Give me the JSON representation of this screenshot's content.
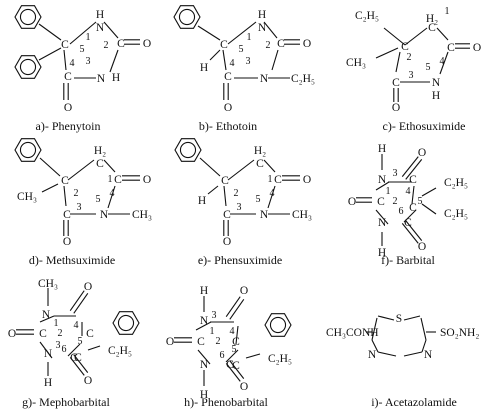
{
  "molecules": [
    {
      "key": "phenytoin",
      "caption": "a)- Phenytoin",
      "atoms": [
        "H",
        "N",
        "C",
        "O",
        "C",
        "N",
        "H",
        "C",
        "O"
      ],
      "nums": [
        "1",
        "2",
        "3",
        "4",
        "5"
      ]
    },
    {
      "key": "ethotoin",
      "caption": "b)- Ethotoin",
      "atoms": [
        "H",
        "N",
        "C",
        "O",
        "H",
        "C",
        "N",
        "C",
        "O"
      ],
      "nums": [
        "1",
        "2",
        "3",
        "4",
        "5"
      ],
      "subst": [
        "C₂H₅"
      ]
    },
    {
      "key": "ethosuximide",
      "caption": "c)- Ethosuximide",
      "atoms": [
        "H₂",
        "C",
        "C",
        "O",
        "CH₃",
        "C",
        "N",
        "H",
        "C",
        "O"
      ],
      "nums": [
        "1",
        "2",
        "3",
        "4",
        "5"
      ],
      "subst": [
        "C₂H₅"
      ]
    },
    {
      "key": "methsuximide",
      "caption": "d)- Methsuximide",
      "atoms": [
        "H₂",
        "C",
        "C",
        "O",
        "CH₃",
        "C",
        "N",
        "C",
        "O"
      ],
      "nums": [
        "1",
        "2",
        "3",
        "4",
        "5"
      ],
      "subst": [
        "CH₃"
      ]
    },
    {
      "key": "phensuximide",
      "caption": "e)- Phensuximide",
      "atoms": [
        "H₂",
        "C",
        "C",
        "O",
        "H",
        "C",
        "N",
        "C",
        "O"
      ],
      "nums": [
        "1",
        "2",
        "3",
        "4",
        "5"
      ],
      "subst": [
        "CH₃"
      ]
    },
    {
      "key": "barbital",
      "caption": "f)- Barbital",
      "atoms": [
        "H",
        "N",
        "C",
        "O",
        "O",
        "C",
        "C",
        "N",
        "C",
        "O",
        "H"
      ],
      "nums": [
        "1",
        "2",
        "3",
        "4",
        "5",
        "6"
      ],
      "subst": [
        "C₂H₅",
        "C₂H₅"
      ]
    },
    {
      "key": "mephobarbital",
      "caption": "g)- Mephobarbital",
      "atoms": [
        "N",
        "C",
        "O",
        "O",
        "C",
        "C",
        "N",
        "C",
        "O",
        "H"
      ],
      "nums": [
        "1",
        "2",
        "3",
        "4",
        "5",
        "6"
      ],
      "subst": [
        "CH₃",
        "C₂H₅"
      ]
    },
    {
      "key": "phenobarbital",
      "caption": "h)- Phenobarbital",
      "atoms": [
        "H",
        "N",
        "C",
        "O",
        "O",
        "C",
        "C",
        "N",
        "C",
        "O",
        "H"
      ],
      "nums": [
        "1",
        "2",
        "3",
        "4",
        "5",
        "6"
      ],
      "subst": [
        "C₂H₅"
      ]
    },
    {
      "key": "acetazolamide",
      "caption": "i)- Acetazolamide",
      "atoms": [
        "S",
        "N",
        "N"
      ],
      "subst": [
        "CH₃CONH",
        "SO₂NH₂"
      ]
    }
  ]
}
